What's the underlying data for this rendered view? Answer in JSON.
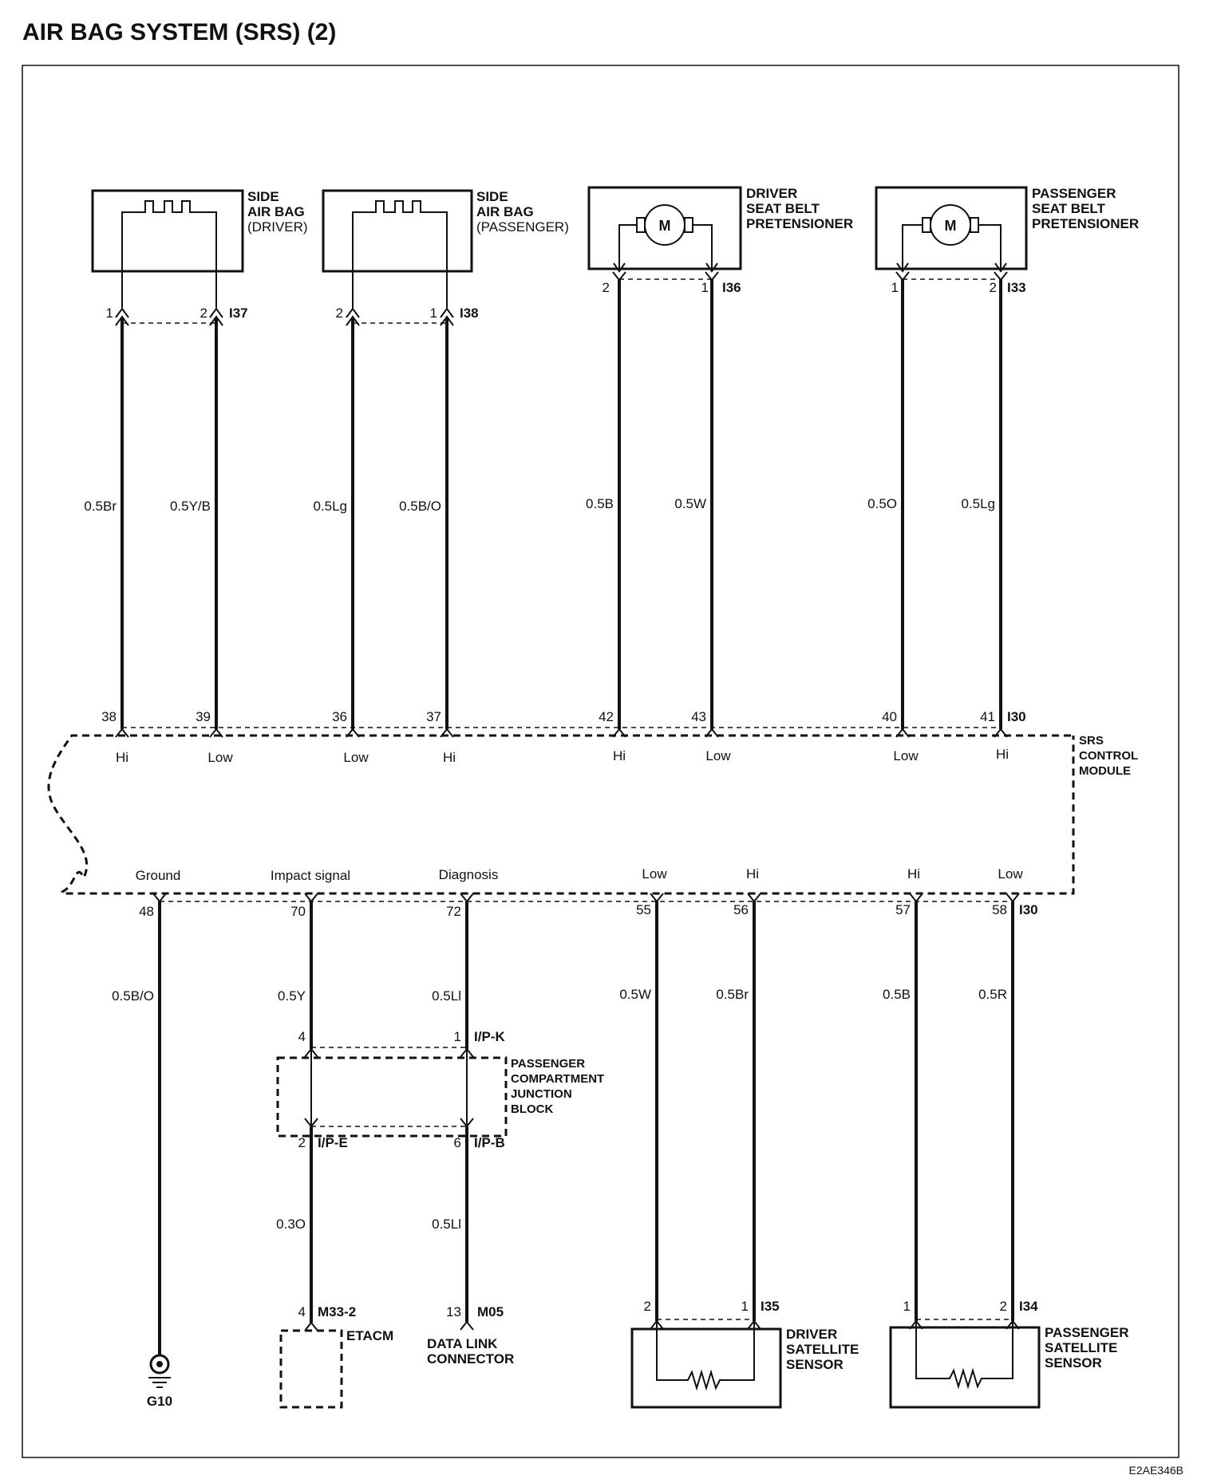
{
  "title": "AIR BAG SYSTEM (SRS) (2)",
  "code": "E2AE346B",
  "components": {
    "side_airbag_driver": [
      "SIDE",
      "AIR BAG",
      "(DRIVER)"
    ],
    "side_airbag_passenger": [
      "SIDE",
      "AIR BAG",
      "(PASSENGER)"
    ],
    "driver_pretensioner": [
      "DRIVER",
      "SEAT BELT",
      "PRETENSIONER"
    ],
    "passenger_pretensioner": [
      "PASSENGER",
      "SEAT BELT",
      "PRETENSIONER"
    ],
    "srs_module": [
      "SRS",
      "CONTROL",
      "MODULE"
    ],
    "junction_block": [
      "PASSENGER",
      "COMPARTMENT",
      "JUNCTION",
      "BLOCK"
    ],
    "etacm": "ETACM",
    "data_link": [
      "DATA LINK",
      "CONNECTOR"
    ],
    "driver_sensor": [
      "DRIVER",
      "SATELLITE",
      "SENSOR"
    ],
    "passenger_sensor": [
      "PASSENGER",
      "SATELLITE",
      "SENSOR"
    ],
    "ground": "G10",
    "motor_symbol": "M"
  },
  "connectors": {
    "i37": "I37",
    "i38": "I38",
    "i36": "I36",
    "i33": "I33",
    "i30": "I30",
    "ipk": "I/P-K",
    "ipe": "I/P-E",
    "ipb": "I/P-B",
    "m33": "M33-2",
    "m05": "M05",
    "i35": "I35",
    "i34": "I34"
  },
  "top_pins": {
    "sab_d": [
      "1",
      "2"
    ],
    "sab_p": [
      "2",
      "1"
    ],
    "dp": [
      "2",
      "1"
    ],
    "pp": [
      "1",
      "2"
    ]
  },
  "top_wires": [
    "0.5Br",
    "0.5Y/B",
    "0.5Lg",
    "0.5B/O",
    "0.5B",
    "0.5W",
    "0.5O",
    "0.5Lg"
  ],
  "module_top_pins": [
    "38",
    "39",
    "36",
    "37",
    "42",
    "43",
    "40",
    "41"
  ],
  "module_top_signals": [
    "Hi",
    "Low",
    "Low",
    "Hi",
    "Hi",
    "Low",
    "Low",
    "Hi"
  ],
  "module_bottom_signals": [
    "Ground",
    "Impact signal",
    "Diagnosis",
    "Low",
    "Hi",
    "Hi",
    "Low"
  ],
  "module_bottom_pins": [
    "48",
    "70",
    "72",
    "55",
    "56",
    "57",
    "58"
  ],
  "bottom_wires": [
    "0.5B/O",
    "0.5Y",
    "0.5Ll",
    "0.5W",
    "0.5Br",
    "0.5B",
    "0.5R"
  ],
  "junction_pins": {
    "in_left": "4",
    "in_right": "1",
    "out_left": "2",
    "out_right": "6"
  },
  "lower_wires": [
    "0.3O",
    "0.5Ll"
  ],
  "end_pins": {
    "etacm": "4",
    "dlc": "13",
    "ds": [
      "2",
      "1"
    ],
    "ps": [
      "1",
      "2"
    ]
  }
}
